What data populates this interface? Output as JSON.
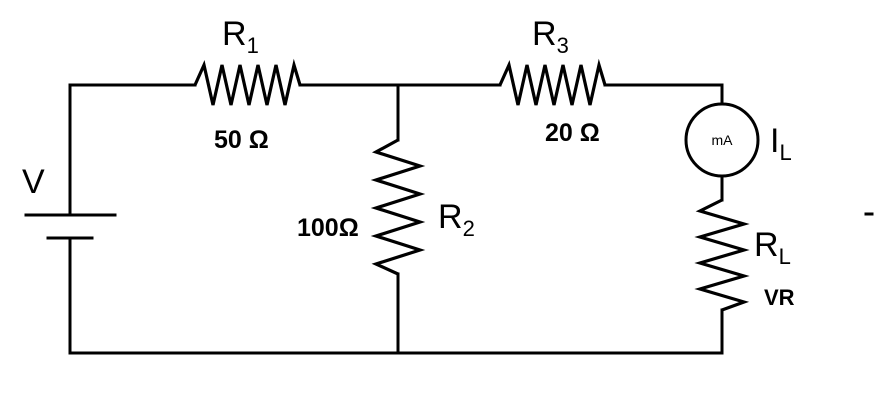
{
  "source": {
    "label": "V"
  },
  "resistors": {
    "r1": {
      "name": "R",
      "subscript": "1",
      "value": "50 Ω"
    },
    "r2": {
      "name": "R",
      "subscript": "2",
      "value": "100Ω"
    },
    "r3": {
      "name": "R",
      "subscript": "3",
      "value": "20 Ω"
    },
    "rl": {
      "name": "R",
      "subscript": "L",
      "value": "VR"
    }
  },
  "meter": {
    "unit": "mA",
    "current_name": "I",
    "current_subscript": "L"
  },
  "colors": {
    "wire": "#000000",
    "background": "#ffffff"
  }
}
